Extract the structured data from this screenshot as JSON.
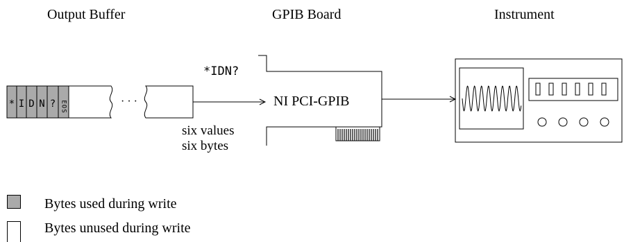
{
  "headings": {
    "output_buffer": "Output Buffer",
    "gpib_board": "GPIB Board",
    "instrument": "Instrument"
  },
  "buffer": {
    "bytes": [
      "*",
      "I",
      "D",
      "N",
      "?",
      "EOS"
    ],
    "ellipsis": "· · ·"
  },
  "command": "*IDN?",
  "board_label": "NI PCI-GPIB",
  "notes": {
    "line1": "six values",
    "line2": "six bytes"
  },
  "legend": [
    {
      "label": "Bytes used during write",
      "color": "#aaaaaa"
    },
    {
      "label": "Bytes unused during write",
      "color": "#ffffff"
    }
  ],
  "colors": {
    "used_byte": "#aaaaaa",
    "stroke": "#000000"
  }
}
